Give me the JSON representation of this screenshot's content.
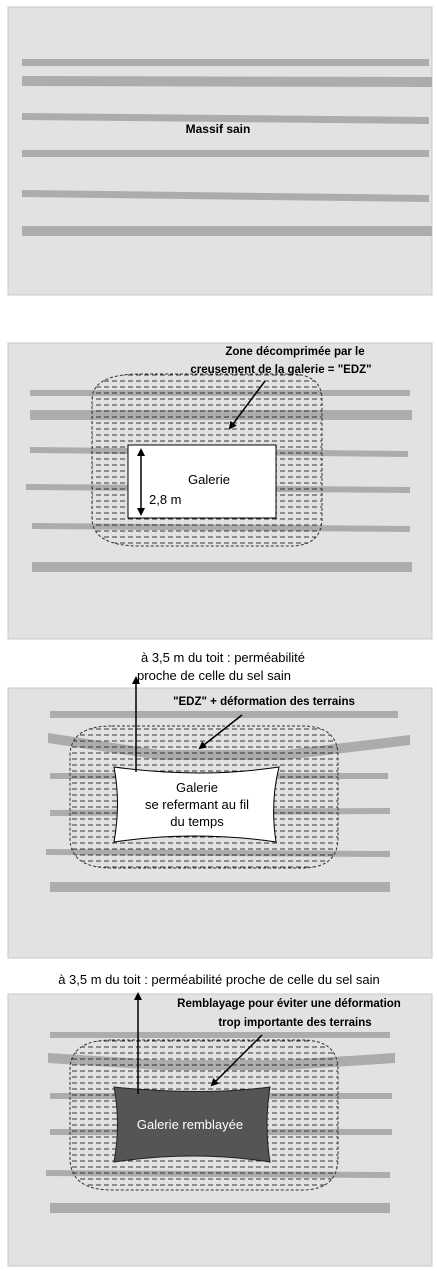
{
  "panel1": {
    "label": "Massif sain"
  },
  "panel2": {
    "annotation_line1": "Zone décomprimée par le",
    "annotation_line2": "creusement de la galerie = \"EDZ\"",
    "gallery_label": "Galerie",
    "dimension_label": "2,8 m"
  },
  "panel3": {
    "top_line1": "à 3,5  m du toit : perméabilité",
    "top_line2": "proche de celle du sel sain",
    "edz_label": "\"EDZ\" + déformation des terrains",
    "gallery_line1": "Galerie",
    "gallery_line2": "se refermant au fil",
    "gallery_line3": "du temps"
  },
  "panel4": {
    "top_line": "à 3,5  m du toit : perméabilité proche de celle du sel sain",
    "backfill_line1": "Remblayage pour éviter une déformation",
    "backfill_line2": "trop importante des terrains",
    "gallery_label": "Galerie remblayée"
  },
  "colors": {
    "panel_bg": "#e2e2e2",
    "rock_band": "#acacac",
    "gallery_fill": "#ffffff",
    "backfilled_gallery": "#555555"
  }
}
